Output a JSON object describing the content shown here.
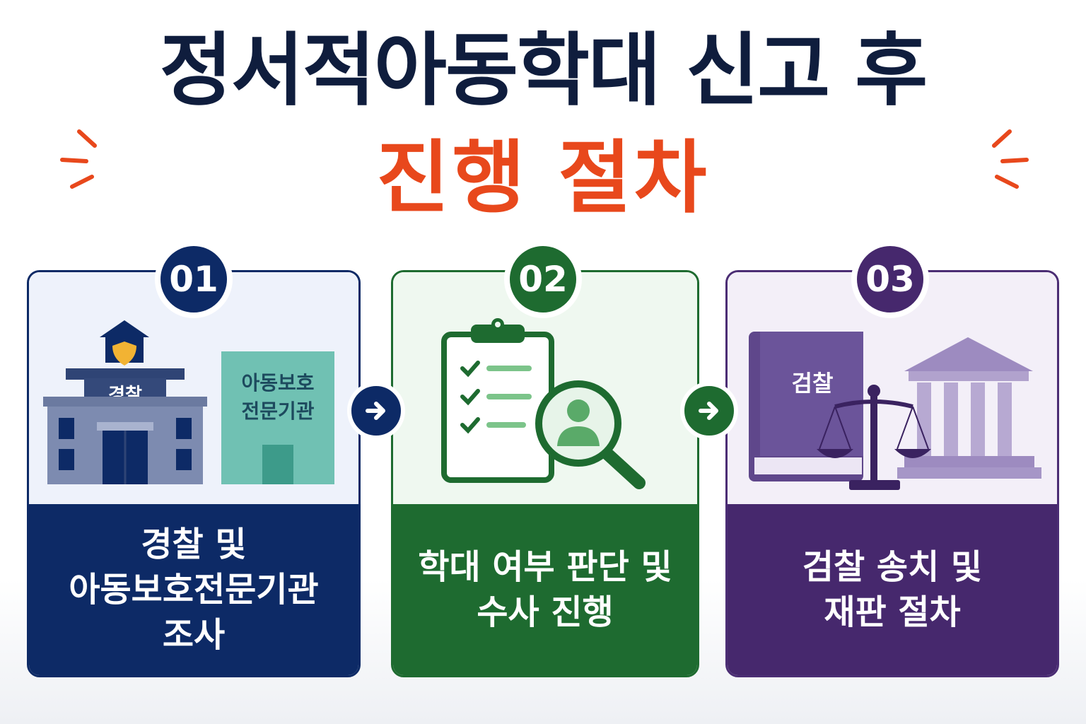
{
  "title": {
    "line1": "정서적아동학대 신고 후",
    "line2": "진행 절차"
  },
  "steps": [
    {
      "number": "01",
      "label": "경찰 및\n아동보호전문기관\n조사",
      "sign_police": "경찰",
      "sign_center_1": "아동보호",
      "sign_center_2": "전문기관"
    },
    {
      "number": "02",
      "label": "학대 여부 판단 및\n수사 진행"
    },
    {
      "number": "03",
      "label": "검찰 송치 및\n재판 절차",
      "book_label": "검찰"
    }
  ],
  "colors": {
    "title": "#0f1d3d",
    "accent": "#e8481c",
    "step1": "#0d2a66",
    "step2": "#1e6b30",
    "step3": "#46286d"
  }
}
